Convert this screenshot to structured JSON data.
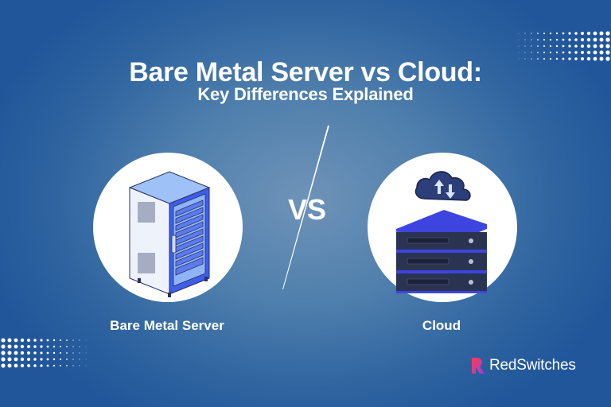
{
  "header": {
    "title": "Bare Metal Server vs Cloud:",
    "subtitle": "Key Differences Explained"
  },
  "comparison": {
    "left": {
      "label": "Bare Metal Server",
      "icon": "server-rack-icon"
    },
    "divider": {
      "text": "VS",
      "icon": "slash-divider-icon"
    },
    "right": {
      "label": "Cloud",
      "icon": "cloud-server-stack-icon"
    }
  },
  "brand": {
    "name": "RedSwitches",
    "logo_icon": "redswitches-logo-icon"
  },
  "colors": {
    "background_center": "#6f93b8",
    "background_edge": "#21569a",
    "text": "#ffffff",
    "server_blue": "#3b4fe0",
    "server_dark": "#2a3350",
    "logo_red": "#ff3b4e",
    "logo_purple": "#a23bd6"
  }
}
